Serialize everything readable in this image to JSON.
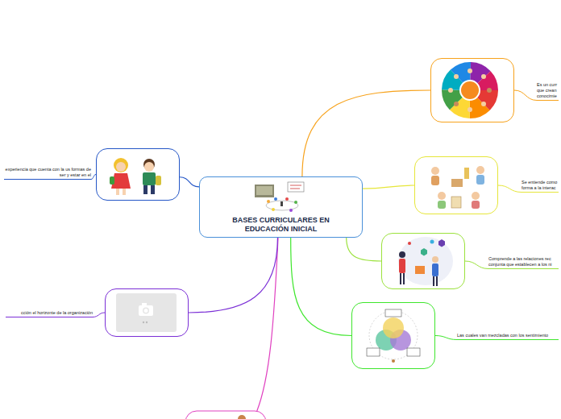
{
  "diagram": {
    "nodes": [
      {
        "text": [
          "BASES CURRICULARES EN EDUCACIÓN INICIAL"
        ]
      },
      {
        "text": [
          "Es un curr que crean conocimie"
        ]
      },
      {
        "text": [
          "Se entiende como forma a la interac"
        ]
      },
      {
        "text": [
          "Comprende a las relaciones rec conjunta que establecen a los ni"
        ]
      },
      {
        "text": [
          "Las cuales van mezcladas con los sentimiento"
        ]
      },
      {
        "text": [
          "experiencia que cuenta con la us formas de ser y estar en el"
        ]
      },
      {
        "text": [
          "cción el horizonte de la organización"
        ]
      }
    ],
    "edges": [
      {
        "from": 0,
        "to": 1,
        "arrow": "none"
      },
      {
        "from": 0,
        "to": 2,
        "arrow": "none"
      },
      {
        "from": 0,
        "to": 3,
        "arrow": "none"
      },
      {
        "from": 0,
        "to": 4,
        "arrow": "none"
      },
      {
        "from": 0,
        "to": 5,
        "arrow": "none"
      },
      {
        "from": 0,
        "to": 6,
        "arrow": "none"
      }
    ]
  }
}
